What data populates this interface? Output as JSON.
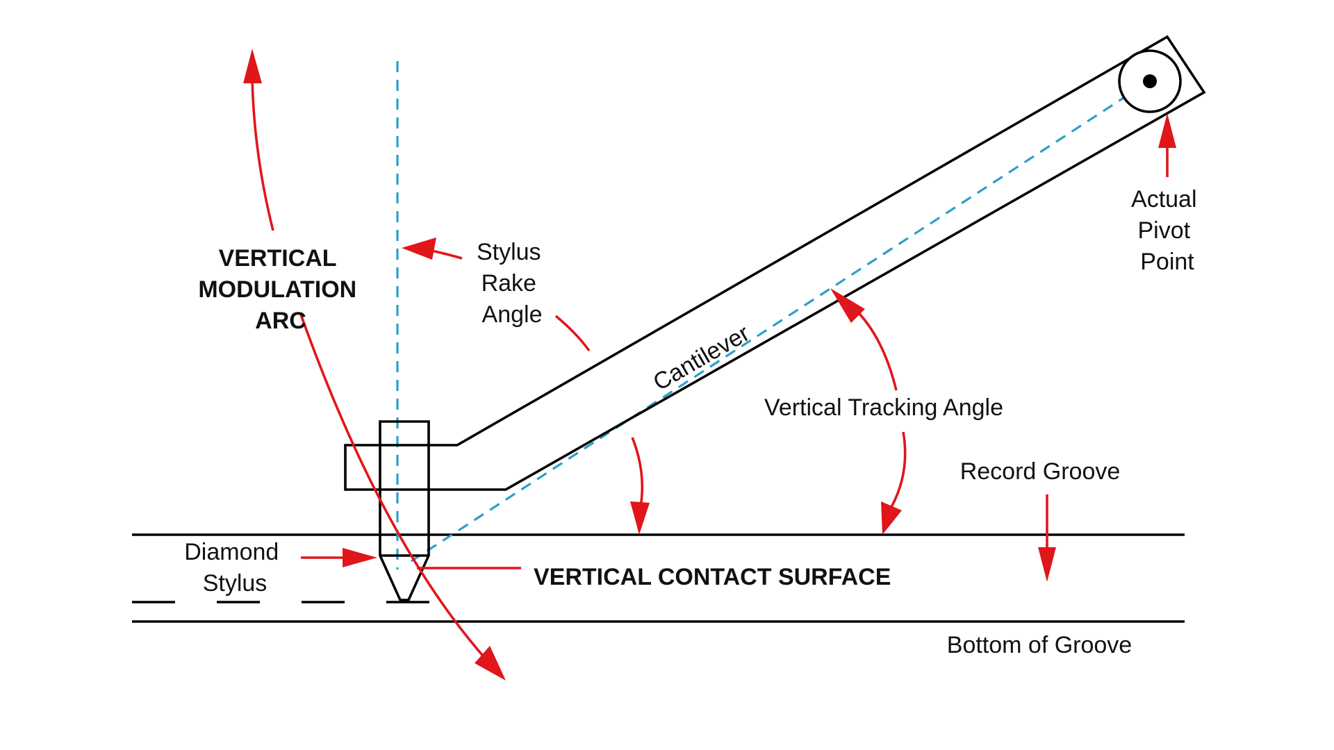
{
  "labels": {
    "modulation_arc": [
      "VERTICAL",
      "MODULATION",
      "ARC"
    ],
    "rake_angle": [
      "Stylus",
      "Rake",
      "Angle"
    ],
    "cantilever": "Cantilever",
    "pivot": [
      "Actual",
      "Pivot",
      "Point"
    ],
    "tracking_angle": "Vertical Tracking Angle",
    "record_groove": "Record Groove",
    "diamond_stylus": [
      "Diamond",
      "Stylus"
    ],
    "contact_surface": "VERTICAL CONTACT SURFACE",
    "bottom_groove": "Bottom of Groove"
  },
  "colors": {
    "arrows": "#e0161b",
    "reference_lines": "#2b9fc9",
    "outlines": "#000000"
  }
}
